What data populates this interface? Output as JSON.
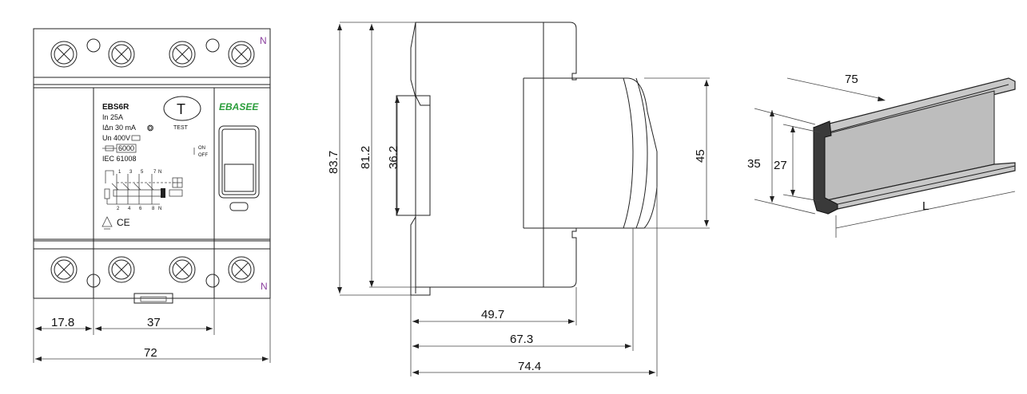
{
  "front_view": {
    "model": "EBS6R",
    "rated_current": "In 25A",
    "residual_current": "IΔn 30 mA",
    "voltage": "Un 400V",
    "breaking": "6000",
    "standard": "IEC 61008",
    "test_label": "TEST",
    "test_letter": "T",
    "brand": "EBASEE",
    "on_label": "ON",
    "off_label": "OFF",
    "neutral_top": "N",
    "neutral_bottom": "N",
    "terminal_top": [
      "1",
      "3",
      "5",
      "7",
      "N"
    ],
    "terminal_bottom": [
      "2",
      "4",
      "6",
      "8",
      "N"
    ],
    "ce_mark": "CE",
    "dim_left": "17.8",
    "dim_middle": "37",
    "dim_width": "72"
  },
  "side_view": {
    "height_total": "83.7",
    "height_inner": "81.2",
    "height_clip": "36.2",
    "height_face": "45",
    "depth_1": "49.7",
    "depth_2": "67.3",
    "depth_3": "74.4"
  },
  "rail_view": {
    "length_label": "75",
    "height_outer": "35",
    "height_inner": "27",
    "length_var": "L"
  },
  "colors": {
    "neutral_label": "#8a3f9e",
    "brand_green": "#2a9d3a",
    "rail_gray": "#c8c8c8",
    "rail_dark": "#9a9a9a"
  }
}
